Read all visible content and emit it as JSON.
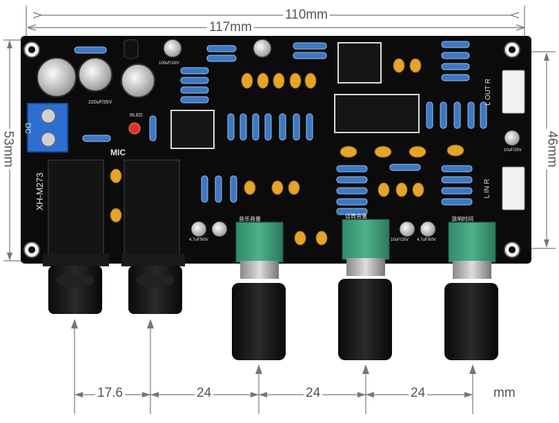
{
  "dimensions": {
    "width_117": "117mm",
    "width_110": "110mm",
    "height_53": "53mm",
    "height_46": "46mm",
    "spacing_1": "17.6",
    "spacing_2": "24",
    "spacing_3": "24",
    "spacing_4": "24",
    "unit": "mm"
  },
  "board": {
    "model": "XH-M273",
    "mic_label": "MIC",
    "led_label": "RLED",
    "dc_label": "DC",
    "out_label": "L OUT R",
    "in_label": "L IN R",
    "cap_220": "220uF/35V",
    "cap_100": "100uF/16V",
    "cap_47a": "4.7uF/50V",
    "cap_47b": "4.7uF/50V",
    "cap_10": "10uF/25V",
    "cap_10b": "10uF/25V",
    "knob1_label": "音乐音量",
    "knob2_label": "话筒音量",
    "knob3_label": "混响时间"
  }
}
